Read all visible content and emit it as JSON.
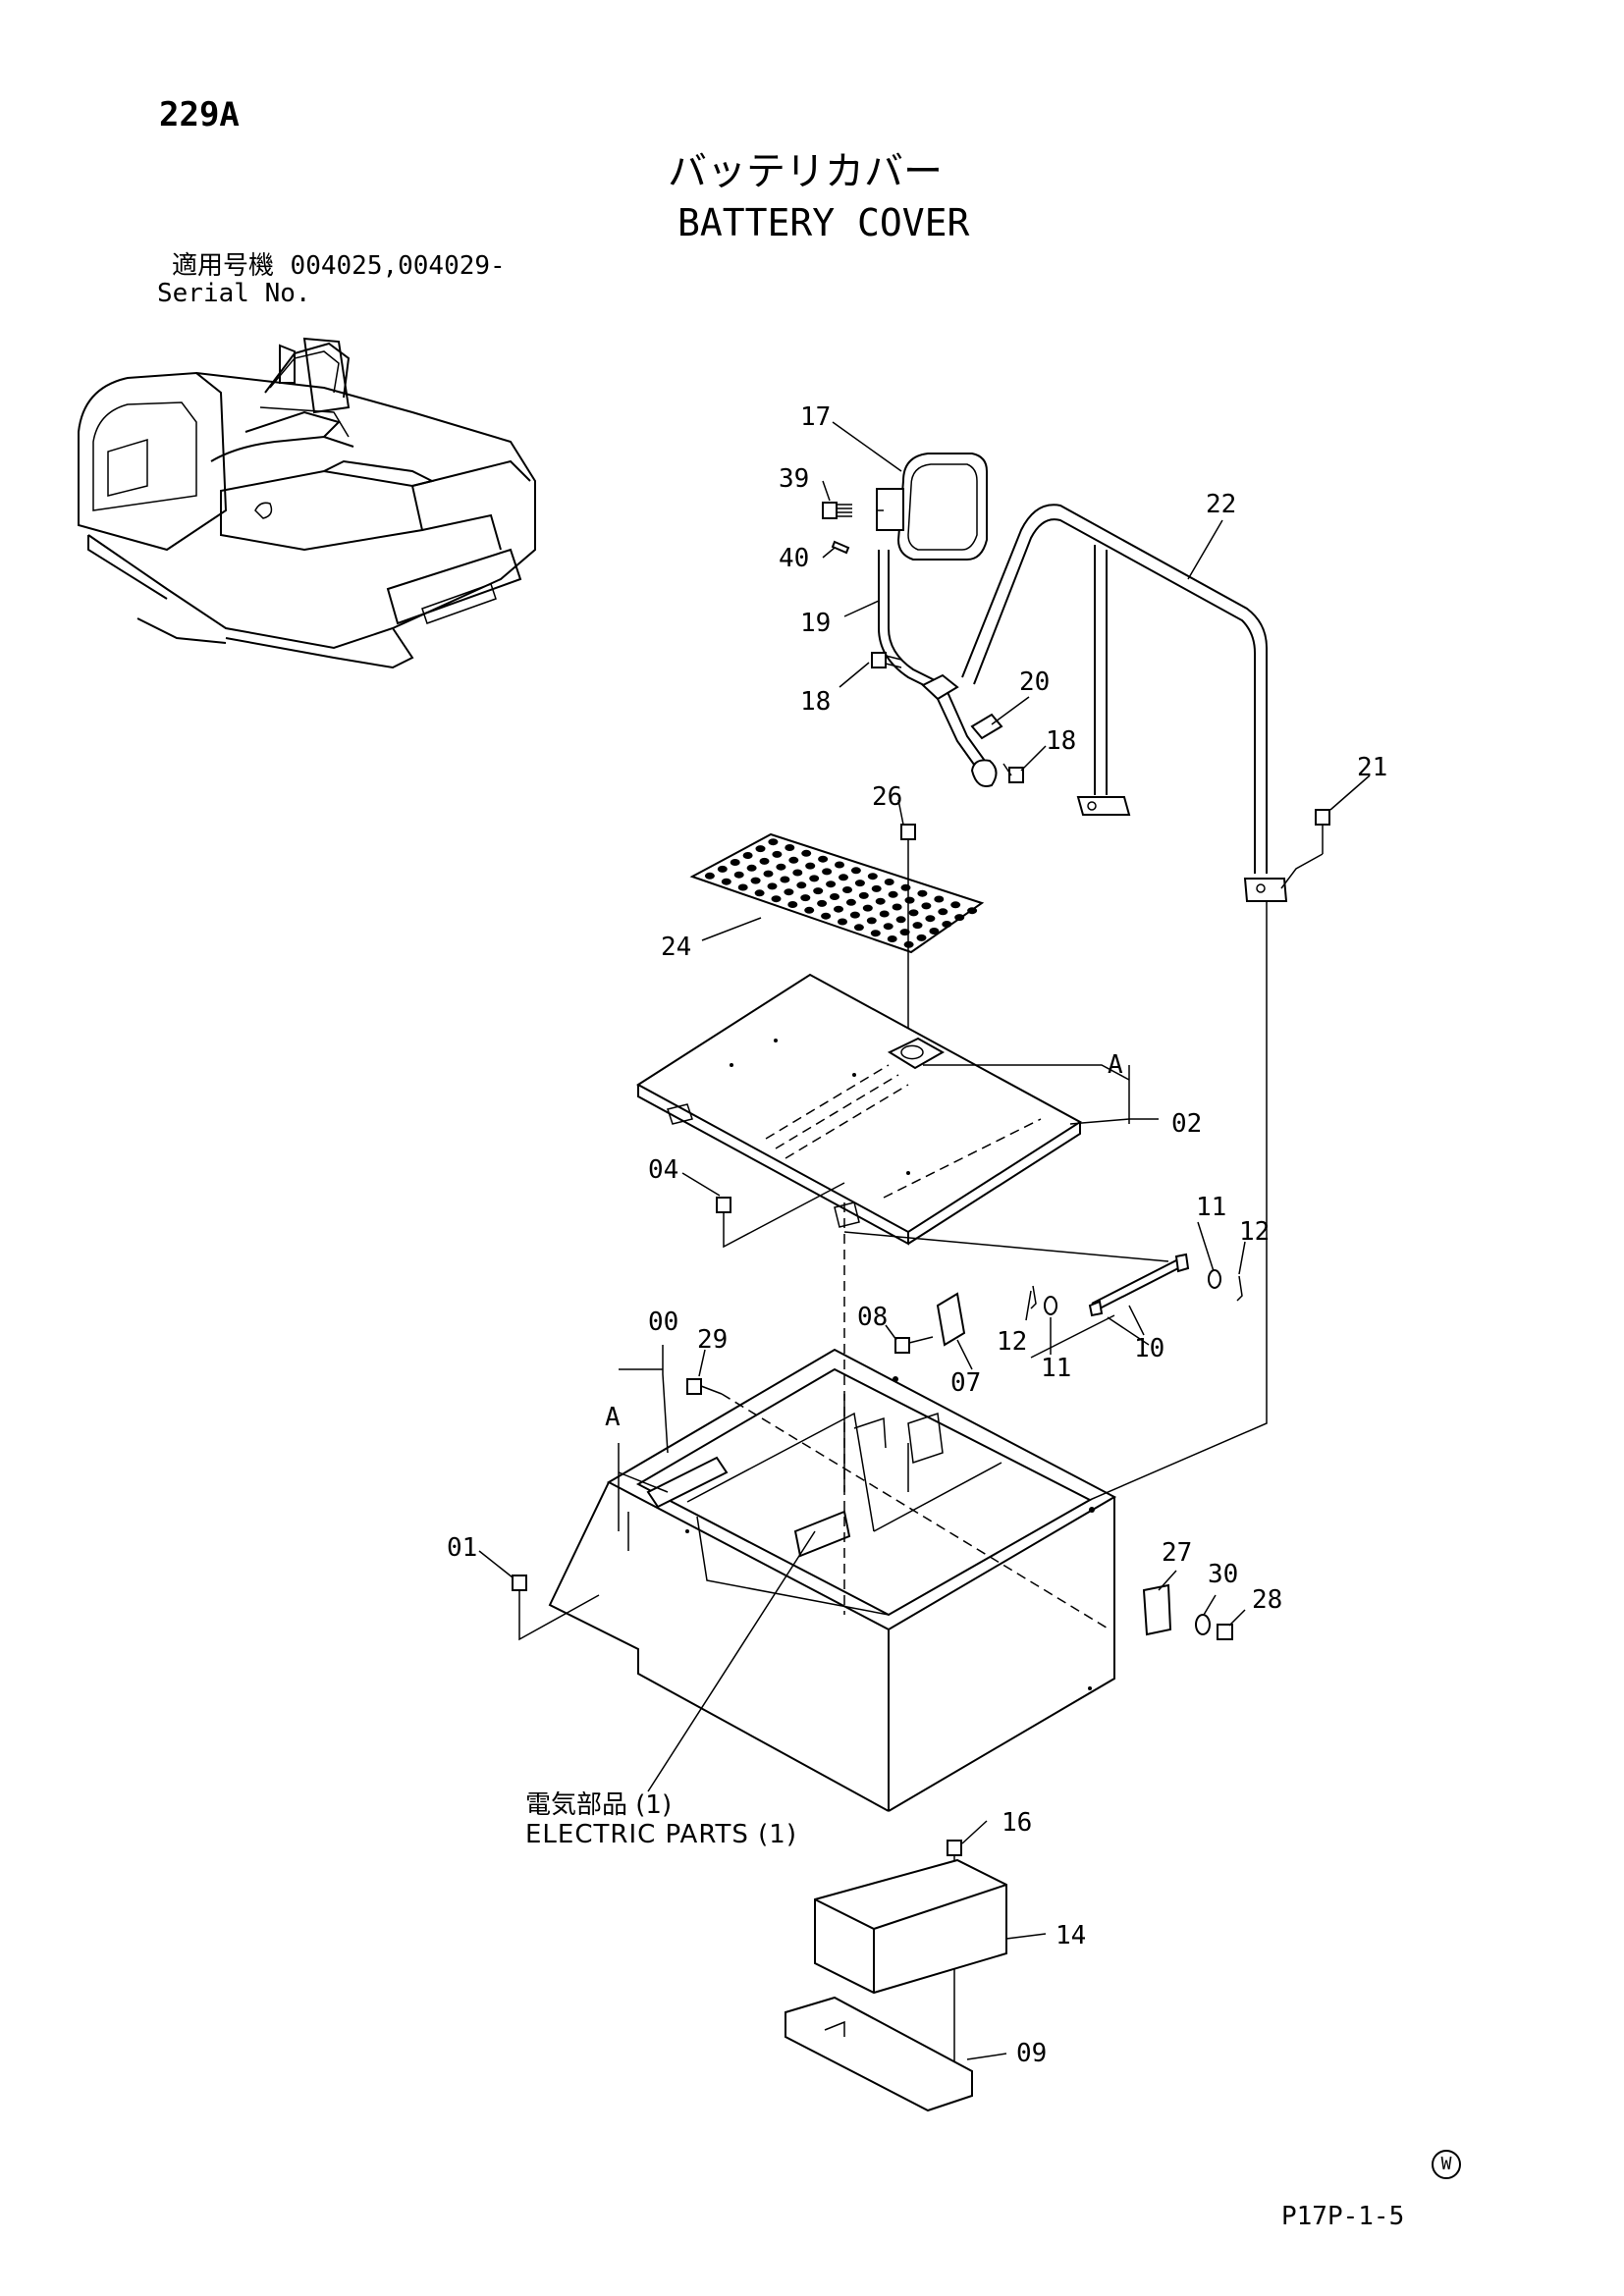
{
  "header": {
    "page_number": "229A",
    "title_jp": "バッテリカバー",
    "title_en": "BATTERY COVER",
    "serial_label_jp": "適用号機",
    "serial_values": "004025,004029-",
    "serial_label_en": "Serial No."
  },
  "callouts": {
    "p00": "00",
    "p01": "01",
    "p02": "02",
    "p04": "04",
    "p07": "07",
    "p08": "08",
    "p09": "09",
    "p10": "10",
    "p11a": "11",
    "p11b": "11",
    "p12a": "12",
    "p12b": "12",
    "p14": "14",
    "p16": "16",
    "p17": "17",
    "p18a": "18",
    "p18b": "18",
    "p19": "19",
    "p20": "20",
    "p21": "21",
    "p22": "22",
    "p24": "24",
    "p26": "26",
    "p27": "27",
    "p28": "28",
    "p29": "29",
    "p30": "30",
    "p39": "39",
    "p40": "40",
    "detail_a1": "A",
    "detail_a2": "A"
  },
  "notes": {
    "electric_parts_jp": "電気部品 (1)",
    "electric_parts_en": "ELECTRIC PARTS (1)"
  },
  "footer": {
    "mark": "W",
    "code": "P17P-1-5"
  }
}
